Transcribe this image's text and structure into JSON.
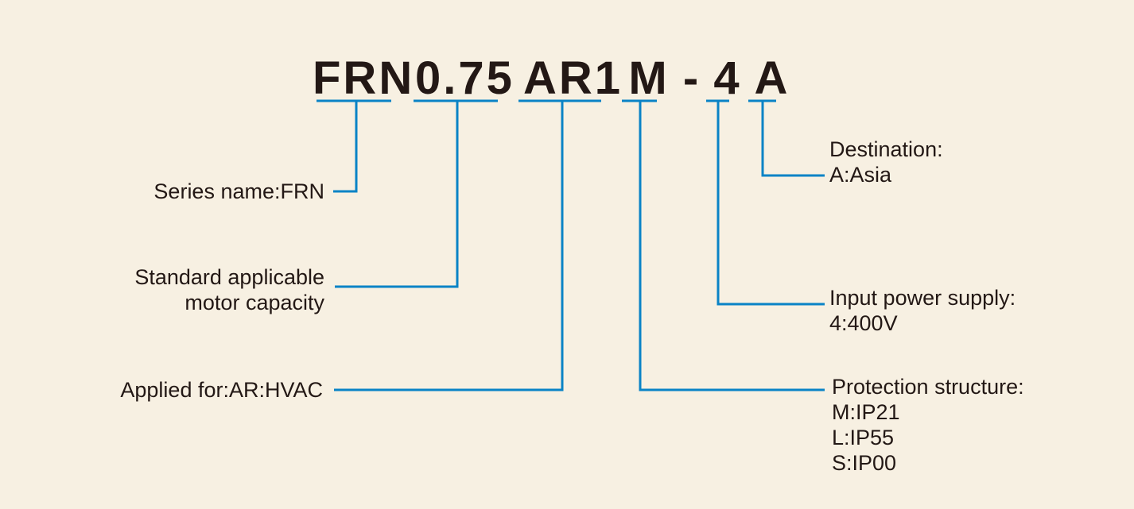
{
  "model_code": {
    "segments": [
      "FRN",
      "0.75",
      "AR1",
      "M",
      "-",
      "4",
      "A"
    ]
  },
  "labels": {
    "series": [
      "Series name:FRN"
    ],
    "capacity": [
      "Standard applicable",
      "motor capacity"
    ],
    "application": [
      "Applied for:AR:HVAC"
    ],
    "destination": [
      "Destination:",
      "A:Asia"
    ],
    "power": [
      "Input power supply:",
      "4:400V"
    ],
    "protection": [
      "Protection structure:",
      "M:IP21",
      "L:IP55",
      "S:IP00"
    ]
  },
  "colors": {
    "background": "#f7f0e2",
    "text": "#231815",
    "leader_line": "#0a83c6"
  }
}
